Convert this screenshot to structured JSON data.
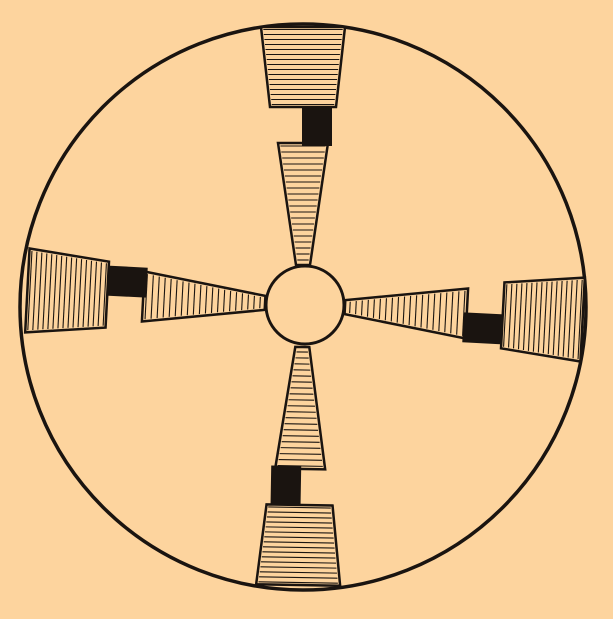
{
  "figure": {
    "background_color": "#fdd49e",
    "ink_color": "#1a1410",
    "paper_color": "#fdd49e",
    "arm_count": 4,
    "arms": [
      {
        "name": "top",
        "direction": "up",
        "has_filled_block": true,
        "hatched": true
      },
      {
        "name": "right",
        "direction": "right",
        "has_filled_block": true,
        "hatched": true
      },
      {
        "name": "bottom",
        "direction": "down",
        "has_filled_block": true,
        "hatched": true
      },
      {
        "name": "left",
        "direction": "left",
        "has_filled_block": true,
        "hatched": true
      }
    ]
  }
}
